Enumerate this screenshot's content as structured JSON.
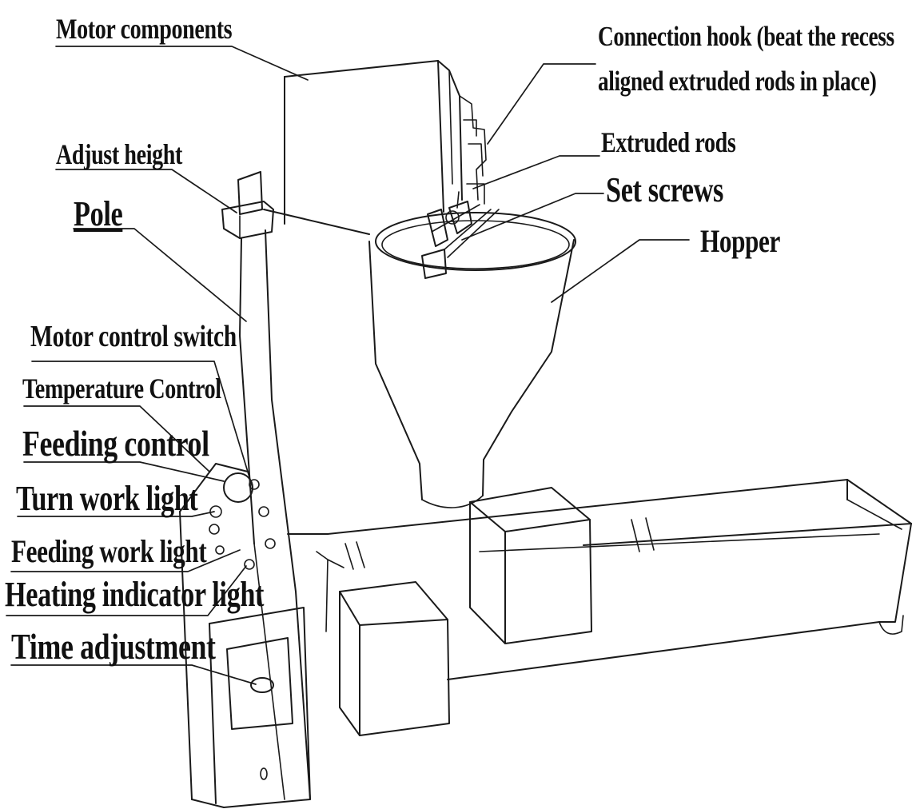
{
  "labels": {
    "motor_components": "Motor components",
    "connection_hook_line1": "Connection hook (beat the recess",
    "connection_hook_line2": "aligned extruded rods in place)",
    "extruded_rods": "Extruded rods",
    "set_screws": "Set screws",
    "adjust_height": "Adjust height",
    "pole": "Pole",
    "hopper": "Hopper",
    "motor_control_switch": "Motor control switch",
    "temperature_control": "Temperature Control",
    "feeding_control": "Feeding control",
    "turn_work_light": "Turn work light",
    "feeding_work_light": "Feeding work light",
    "heating_indicator_light": "Heating indicator light",
    "time_adjustment": "Time adjustment"
  },
  "colors": {
    "line": "#1a1a1a",
    "text": "#111111",
    "background": "#ffffff"
  }
}
